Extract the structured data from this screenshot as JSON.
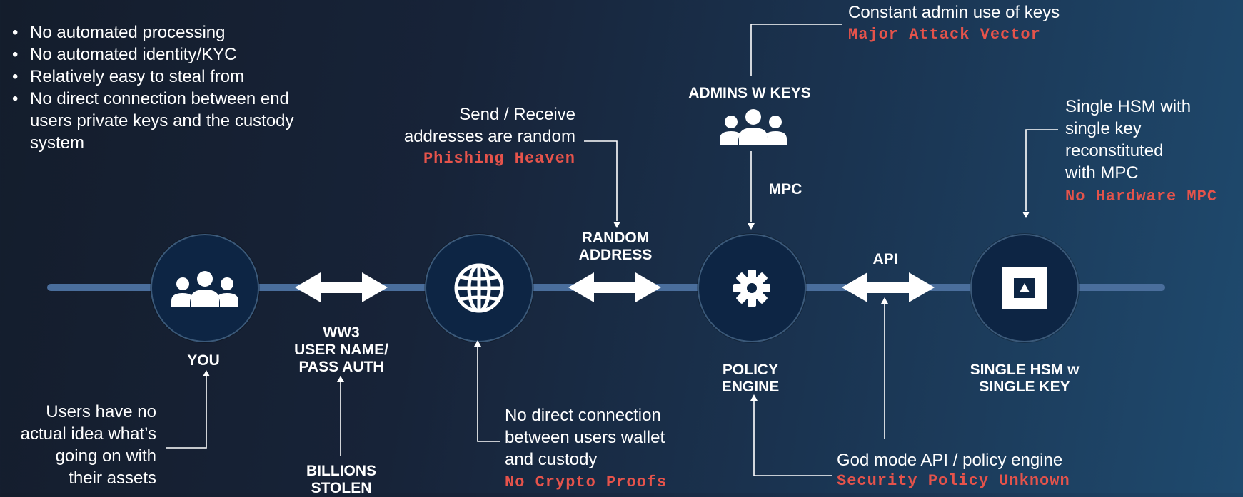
{
  "top_left_bullets": [
    "No automated processing",
    "No automated identity/KYC",
    "Relatively easy to steal from",
    "No direct connection between end users private keys and the custody system"
  ],
  "nodes": {
    "you": {
      "label": "YOU",
      "icon": "users-icon"
    },
    "web": {
      "icon": "globe-icon"
    },
    "policy": {
      "label_line1": "POLICY",
      "label_line2": "ENGINE",
      "icon": "gear-icon"
    },
    "hsm": {
      "label_line1": "SINGLE HSM w",
      "label_line2": "SINGLE KEY",
      "icon": "hsm-icon"
    }
  },
  "connectors": {
    "auth": {
      "line1": "WW3",
      "line2": "USER NAME/",
      "line3": "PASS AUTH"
    },
    "random": {
      "line1": "RANDOM",
      "line2": "ADDRESS"
    },
    "api": {
      "label": "API"
    }
  },
  "admins": {
    "label": "ADMINS W KEYS",
    "mpc": "MPC",
    "icon": "admins-icon"
  },
  "annotations": {
    "admin_use": {
      "text": "Constant admin use of keys",
      "warning": "Major Attack Vector"
    },
    "send_receive": {
      "line1": "Send / Receive",
      "line2": "addresses are random",
      "warning": "Phishing Heaven"
    },
    "hsm_note": {
      "line1": "Single HSM with",
      "line2": "single key",
      "line3": "reconstituted",
      "line4": "with MPC",
      "warning": "No Hardware MPC"
    },
    "users_note": {
      "line1": "Users have no",
      "line2": "actual idea what’s",
      "line3": "going on with",
      "line4": "their assets"
    },
    "billions": {
      "line1": "BILLIONS",
      "line2": "STOLEN"
    },
    "no_connection": {
      "line1": "No direct connection",
      "line2": "between users wallet",
      "line3": "and custody",
      "warning": "No Crypto Proofs"
    },
    "god_mode": {
      "text": "God mode API / policy engine",
      "warning": "Security Policy Unknown"
    }
  },
  "colors": {
    "timeline": "#4a6e9c",
    "warning": "#e5534b",
    "node_fill": "#0d2544"
  }
}
